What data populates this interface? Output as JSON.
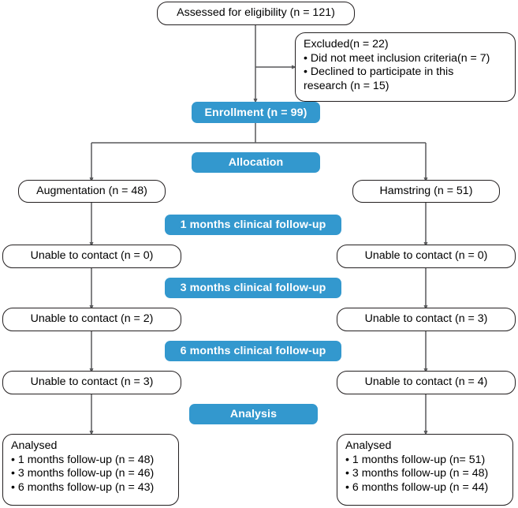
{
  "diagram": {
    "title": "CONSORT participant flow diagram",
    "accent_color": "#3398ce",
    "line_color": "#58595b",
    "box_border_color": "#231f20",
    "nodes": {
      "assessed": "Assessed for eligibility (n = 121)",
      "excluded": {
        "line1": "Excluded(n = 22)",
        "line2": "• Did not meet inclusion criteria(n = 7)",
        "line3": "• Declined to participate in this",
        "line4": "research (n = 15)"
      },
      "enrollment": "Enrollment (n = 99)",
      "allocation": "Allocation",
      "left_arm": "Augmentation (n = 48)",
      "right_arm": "Hamstring (n = 51)",
      "followup_1m": "1 months clinical follow-up",
      "left_unable_1m": "Unable to contact (n = 0)",
      "right_unable_1m": "Unable to contact (n = 0)",
      "followup_3m": "3 months clinical follow-up",
      "left_unable_3m": "Unable to contact (n = 2)",
      "right_unable_3m": "Unable to contact (n = 3)",
      "followup_6m": "6 months clinical follow-up",
      "left_unable_6m": "Unable to contact (n = 3)",
      "right_unable_6m": "Unable to contact (n = 4)",
      "analysis": "Analysis",
      "left_analysed": {
        "line1": "Analysed",
        "line2": "• 1 months follow-up (n = 48)",
        "line3": "• 3 months follow-up (n = 46)",
        "line4": "• 6 months follow-up (n = 43)"
      },
      "right_analysed": {
        "line1": "Analysed",
        "line2": "• 1 months follow-up (n= 51)",
        "line3": "• 3 months follow-up (n = 48)",
        "line4": "• 6 months follow-up (n = 44)"
      }
    },
    "chart_data": {
      "type": "flow",
      "stages": [
        {
          "stage": "Assessed for eligibility",
          "n": 121
        },
        {
          "stage": "Excluded",
          "n": 22,
          "reasons": [
            {
              "reason": "Did not meet inclusion criteria",
              "n": 7
            },
            {
              "reason": "Declined to participate in this research",
              "n": 15
            }
          ]
        },
        {
          "stage": "Enrollment",
          "n": 99
        }
      ],
      "arms": [
        {
          "name": "Augmentation",
          "allocated": 48,
          "unable_to_contact": {
            "1_months": 0,
            "3_months": 2,
            "6_months": 3
          },
          "analysed": {
            "1_months": 48,
            "3_months": 46,
            "6_months": 43
          }
        },
        {
          "name": "Hamstring",
          "allocated": 51,
          "unable_to_contact": {
            "1_months": 0,
            "3_months": 3,
            "6_months": 4
          },
          "analysed": {
            "1_months": 51,
            "3_months": 48,
            "6_months": 44
          }
        }
      ],
      "section_banners": [
        "Enrollment (n = 99)",
        "Allocation",
        "1 months clinical follow-up",
        "3 months clinical follow-up",
        "6 months clinical follow-up",
        "Analysis"
      ]
    }
  }
}
